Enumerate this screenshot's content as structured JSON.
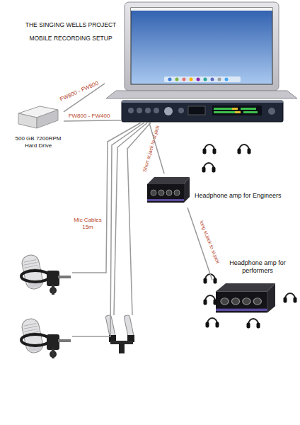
{
  "diagram": {
    "title": "THE SINGING WELLS PROJECT MOBILE RECORDING SETUP",
    "nodes": [
      {
        "text": []
      },
      {
        "text": [
          "500 GB 7200RPM Hard Drive"
        ]
      },
      {
        "text": []
      },
      {
        "text": [
          "Headphone amp for Engineers"
        ]
      },
      {
        "text": [
          "Headphone amp for performers"
        ]
      },
      {
        "text": []
      },
      {
        "text": []
      },
      {
        "text": []
      },
      {
        "text": []
      }
    ],
    "edges": [
      {
        "from": 1,
        "to": 0,
        "label": "FW800 - FW800",
        "arrow": "none"
      },
      {
        "from": 1,
        "to": 2,
        "label": "FW800 - FW400",
        "arrow": "none"
      },
      {
        "from": 2,
        "to": 3,
        "label": "Short st.jack to st.jack",
        "arrow": "none"
      },
      {
        "from": 3,
        "to": 4,
        "label": "long st.jack to st.jack",
        "arrow": "none"
      },
      {
        "from": 2,
        "to": 5,
        "label": "Mic Cables 15m",
        "arrow": "none"
      },
      {
        "from": 2,
        "to": 6,
        "arrow": "none"
      },
      {
        "from": 2,
        "to": 7,
        "arrow": "none"
      },
      {
        "from": 2,
        "to": 8,
        "arrow": "none"
      }
    ]
  }
}
